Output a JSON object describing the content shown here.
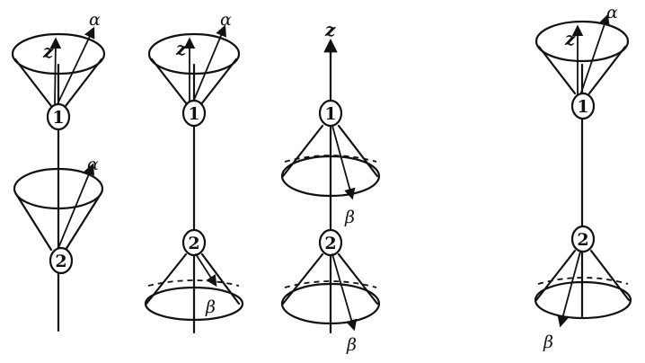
{
  "colors": {
    "ink": "#111111",
    "background": "#ffffff"
  },
  "labels": {
    "axis": "z",
    "spin_up": "α",
    "spin_down": "β",
    "particle_1": "1",
    "particle_2": "2"
  },
  "states": [
    {
      "particle_1": "α",
      "particle_2": "α"
    },
    {
      "particle_1": "α",
      "particle_2": "β"
    },
    {
      "particle_1": "β",
      "particle_2": "β"
    },
    {
      "particle_1": "α",
      "particle_2": "β"
    }
  ]
}
